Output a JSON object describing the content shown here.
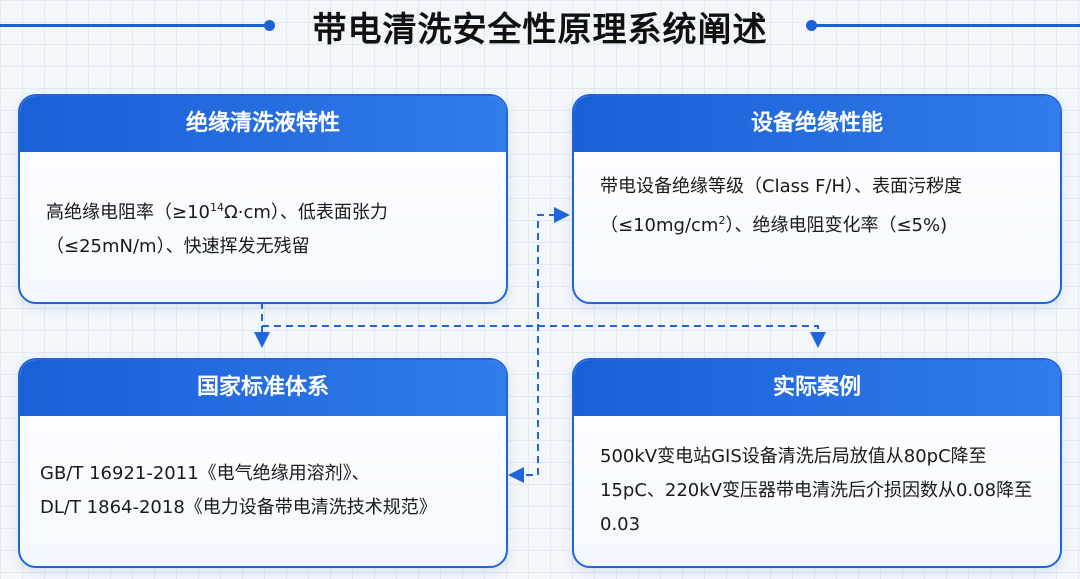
{
  "title": "带电清洗安全性原理系统阐述",
  "cards": {
    "fluid": {
      "header": "绝缘清洗液特性",
      "body_pre": "高绝缘电阻率（≥10",
      "body_sup": "14",
      "body_post": "Ω·cm）、低表面张力（≤25mN/m）、快速挥发无残留"
    },
    "equipment": {
      "header": "设备绝缘性能",
      "body_pre": "带电设备绝缘等级（Class F/H）、表面污秽度 （≤10mg/cm",
      "body_sup": "2",
      "body_post": "）、绝缘电阻变化率（≤5%)"
    },
    "standards": {
      "header": "国家标准体系",
      "line1": "GB/T 16921-2011《电气绝缘用溶剂》、",
      "line2": "DL/T 1864-2018《电力设备带电清洗技术规范》"
    },
    "cases": {
      "header": "实际案例",
      "body": "500kV变电站GIS设备清洗后局放值从80pC降至15pC、220kV变压器带电清洗后介损因数从0.08降至0.03"
    }
  },
  "colors": {
    "accent": "#1f66dc"
  }
}
